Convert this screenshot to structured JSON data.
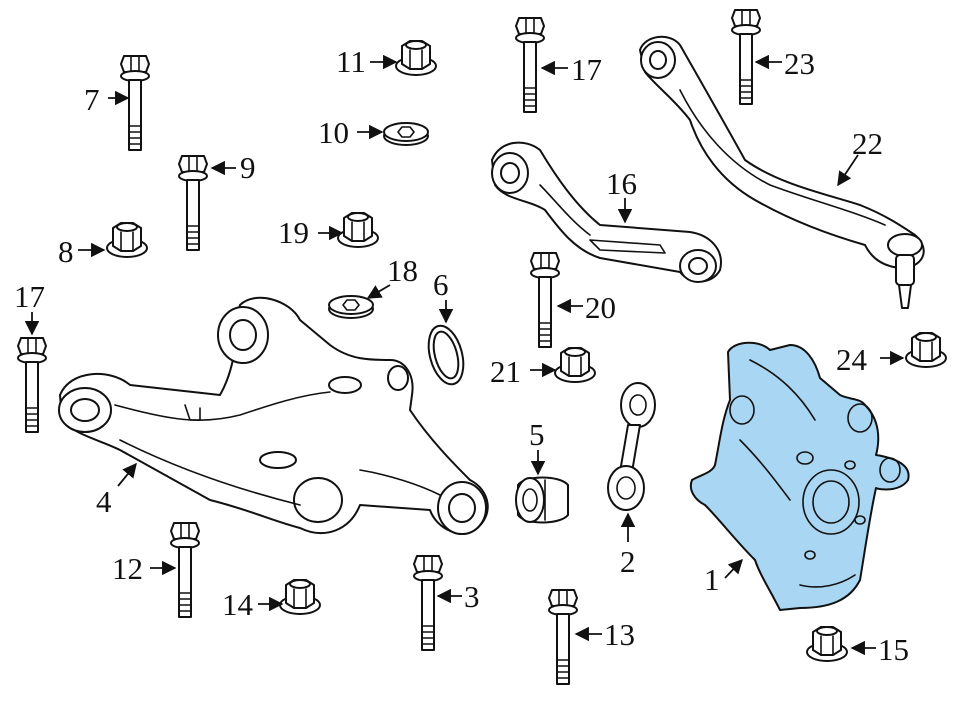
{
  "diagram": {
    "highlight_color": "#a9d6f2",
    "parts": [
      {
        "id": "p1",
        "label": "1",
        "name": "knuckle",
        "highlighted": true
      },
      {
        "id": "p2",
        "label": "2",
        "name": "stabilizer-link"
      },
      {
        "id": "p3",
        "label": "3",
        "name": "bolt"
      },
      {
        "id": "p4",
        "label": "4",
        "name": "lower-control-arm"
      },
      {
        "id": "p5",
        "label": "5",
        "name": "bushing"
      },
      {
        "id": "p6",
        "label": "6",
        "name": "seal-ring"
      },
      {
        "id": "p7",
        "label": "7",
        "name": "bolt"
      },
      {
        "id": "p8",
        "label": "8",
        "name": "nut"
      },
      {
        "id": "p9",
        "label": "9",
        "name": "bolt"
      },
      {
        "id": "p10",
        "label": "10",
        "name": "washer"
      },
      {
        "id": "p11",
        "label": "11",
        "name": "nut"
      },
      {
        "id": "p12",
        "label": "12",
        "name": "bolt"
      },
      {
        "id": "p13",
        "label": "13",
        "name": "bolt"
      },
      {
        "id": "p14",
        "label": "14",
        "name": "nut"
      },
      {
        "id": "p15",
        "label": "15",
        "name": "nut"
      },
      {
        "id": "p16",
        "label": "16",
        "name": "upper-control-arm"
      },
      {
        "id": "p17a",
        "label": "17",
        "name": "bolt"
      },
      {
        "id": "p17b",
        "label": "17",
        "name": "bolt"
      },
      {
        "id": "p18",
        "label": "18",
        "name": "washer"
      },
      {
        "id": "p19",
        "label": "19",
        "name": "nut"
      },
      {
        "id": "p20",
        "label": "20",
        "name": "bolt"
      },
      {
        "id": "p21",
        "label": "21",
        "name": "nut"
      },
      {
        "id": "p22",
        "label": "22",
        "name": "trailing-arm"
      },
      {
        "id": "p23",
        "label": "23",
        "name": "bolt"
      },
      {
        "id": "p24",
        "label": "24",
        "name": "nut"
      }
    ]
  }
}
